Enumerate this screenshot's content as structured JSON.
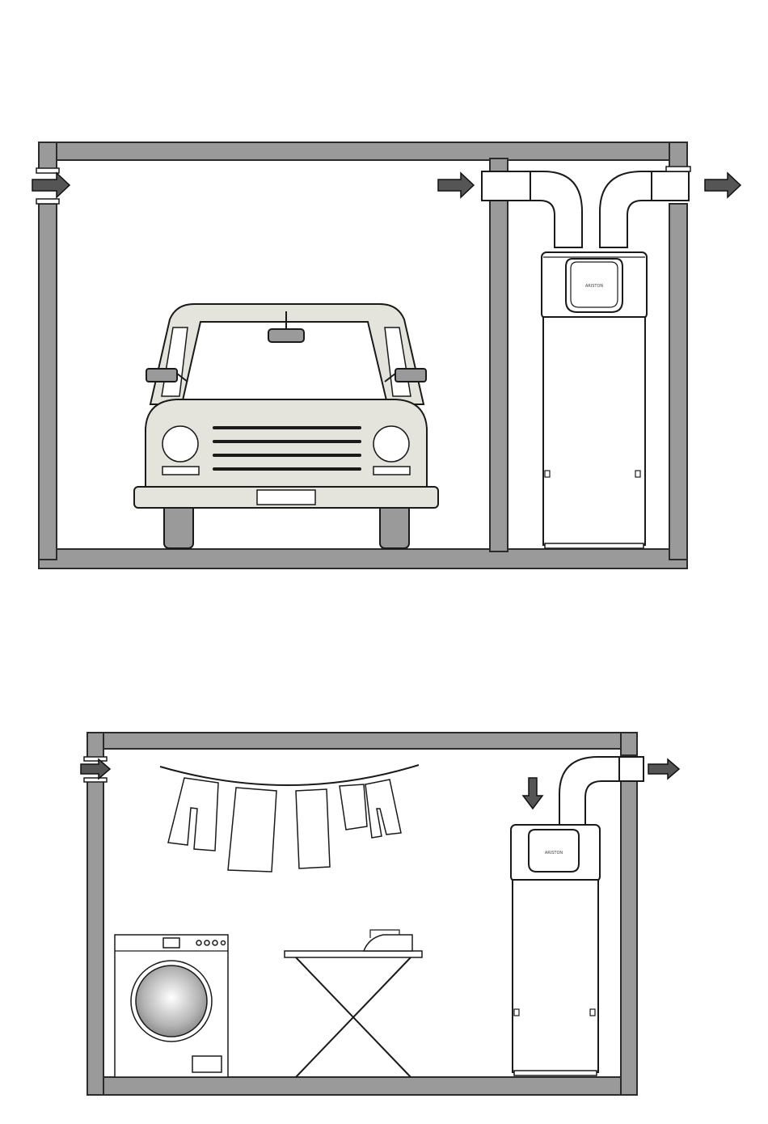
{
  "colors": {
    "wall": "#9a9a9a",
    "car_body": "#e4e4dc",
    "arrow": "#555555",
    "line": "#1a1a1a",
    "background": "#ffffff"
  },
  "garage_scene": {
    "objects": [
      "car",
      "heat-pump-water-heater",
      "ducts",
      "inlet-arrow",
      "outlet-arrow"
    ],
    "unit_logo_text": "ARISTON"
  },
  "laundry_scene": {
    "objects": [
      "washing-machine",
      "ironing-board",
      "iron",
      "clothesline",
      "heat-pump-water-heater",
      "duct",
      "outlet-arrow"
    ],
    "unit_logo_text": "ARISTON"
  }
}
